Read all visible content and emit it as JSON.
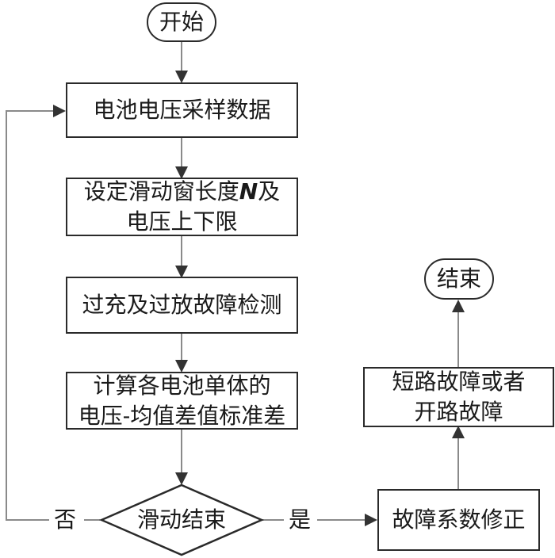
{
  "diagram": {
    "start": "开始",
    "step1": "电池电压采样数据",
    "step2_line1_prefix": "设定滑动窗长度",
    "step2_line1_var": "N",
    "step2_line1_suffix": "及",
    "step2_line2": "电压上下限",
    "step3": "过充及过放故障检测",
    "step4_line1": "计算各电池单体的",
    "step4_line2": "电压-均值差值标准差",
    "decision": "滑动结束",
    "no_label": "否",
    "yes_label": "是",
    "step5": "故障系数修正",
    "step6_line1": "短路故障或者",
    "step6_line2": "开路故障",
    "end": "结束"
  }
}
